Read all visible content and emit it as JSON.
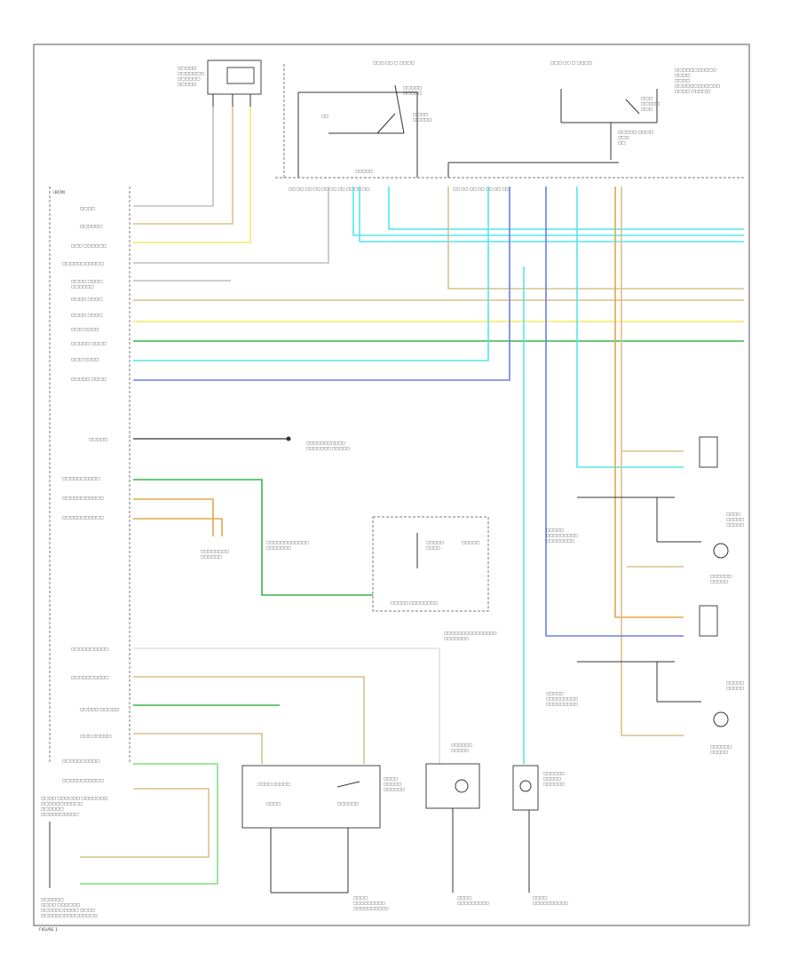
{
  "colors": {
    "tan": "#d9c28a",
    "yellow": "#f1ea6a",
    "cyan": "#52e6ee",
    "green": "#39b54a",
    "light_green": "#7fe07f",
    "blue": "#6b7fe6",
    "orange": "#e0a84a",
    "gray": "#bfbfbf",
    "black": "#333333",
    "white_wire": "#e0e0e0"
  },
  "modules": {
    "left_module_label": "(BCM)",
    "top_connector_label": "C1 C2 C3"
  },
  "page_footer": "FIGURE 1"
}
